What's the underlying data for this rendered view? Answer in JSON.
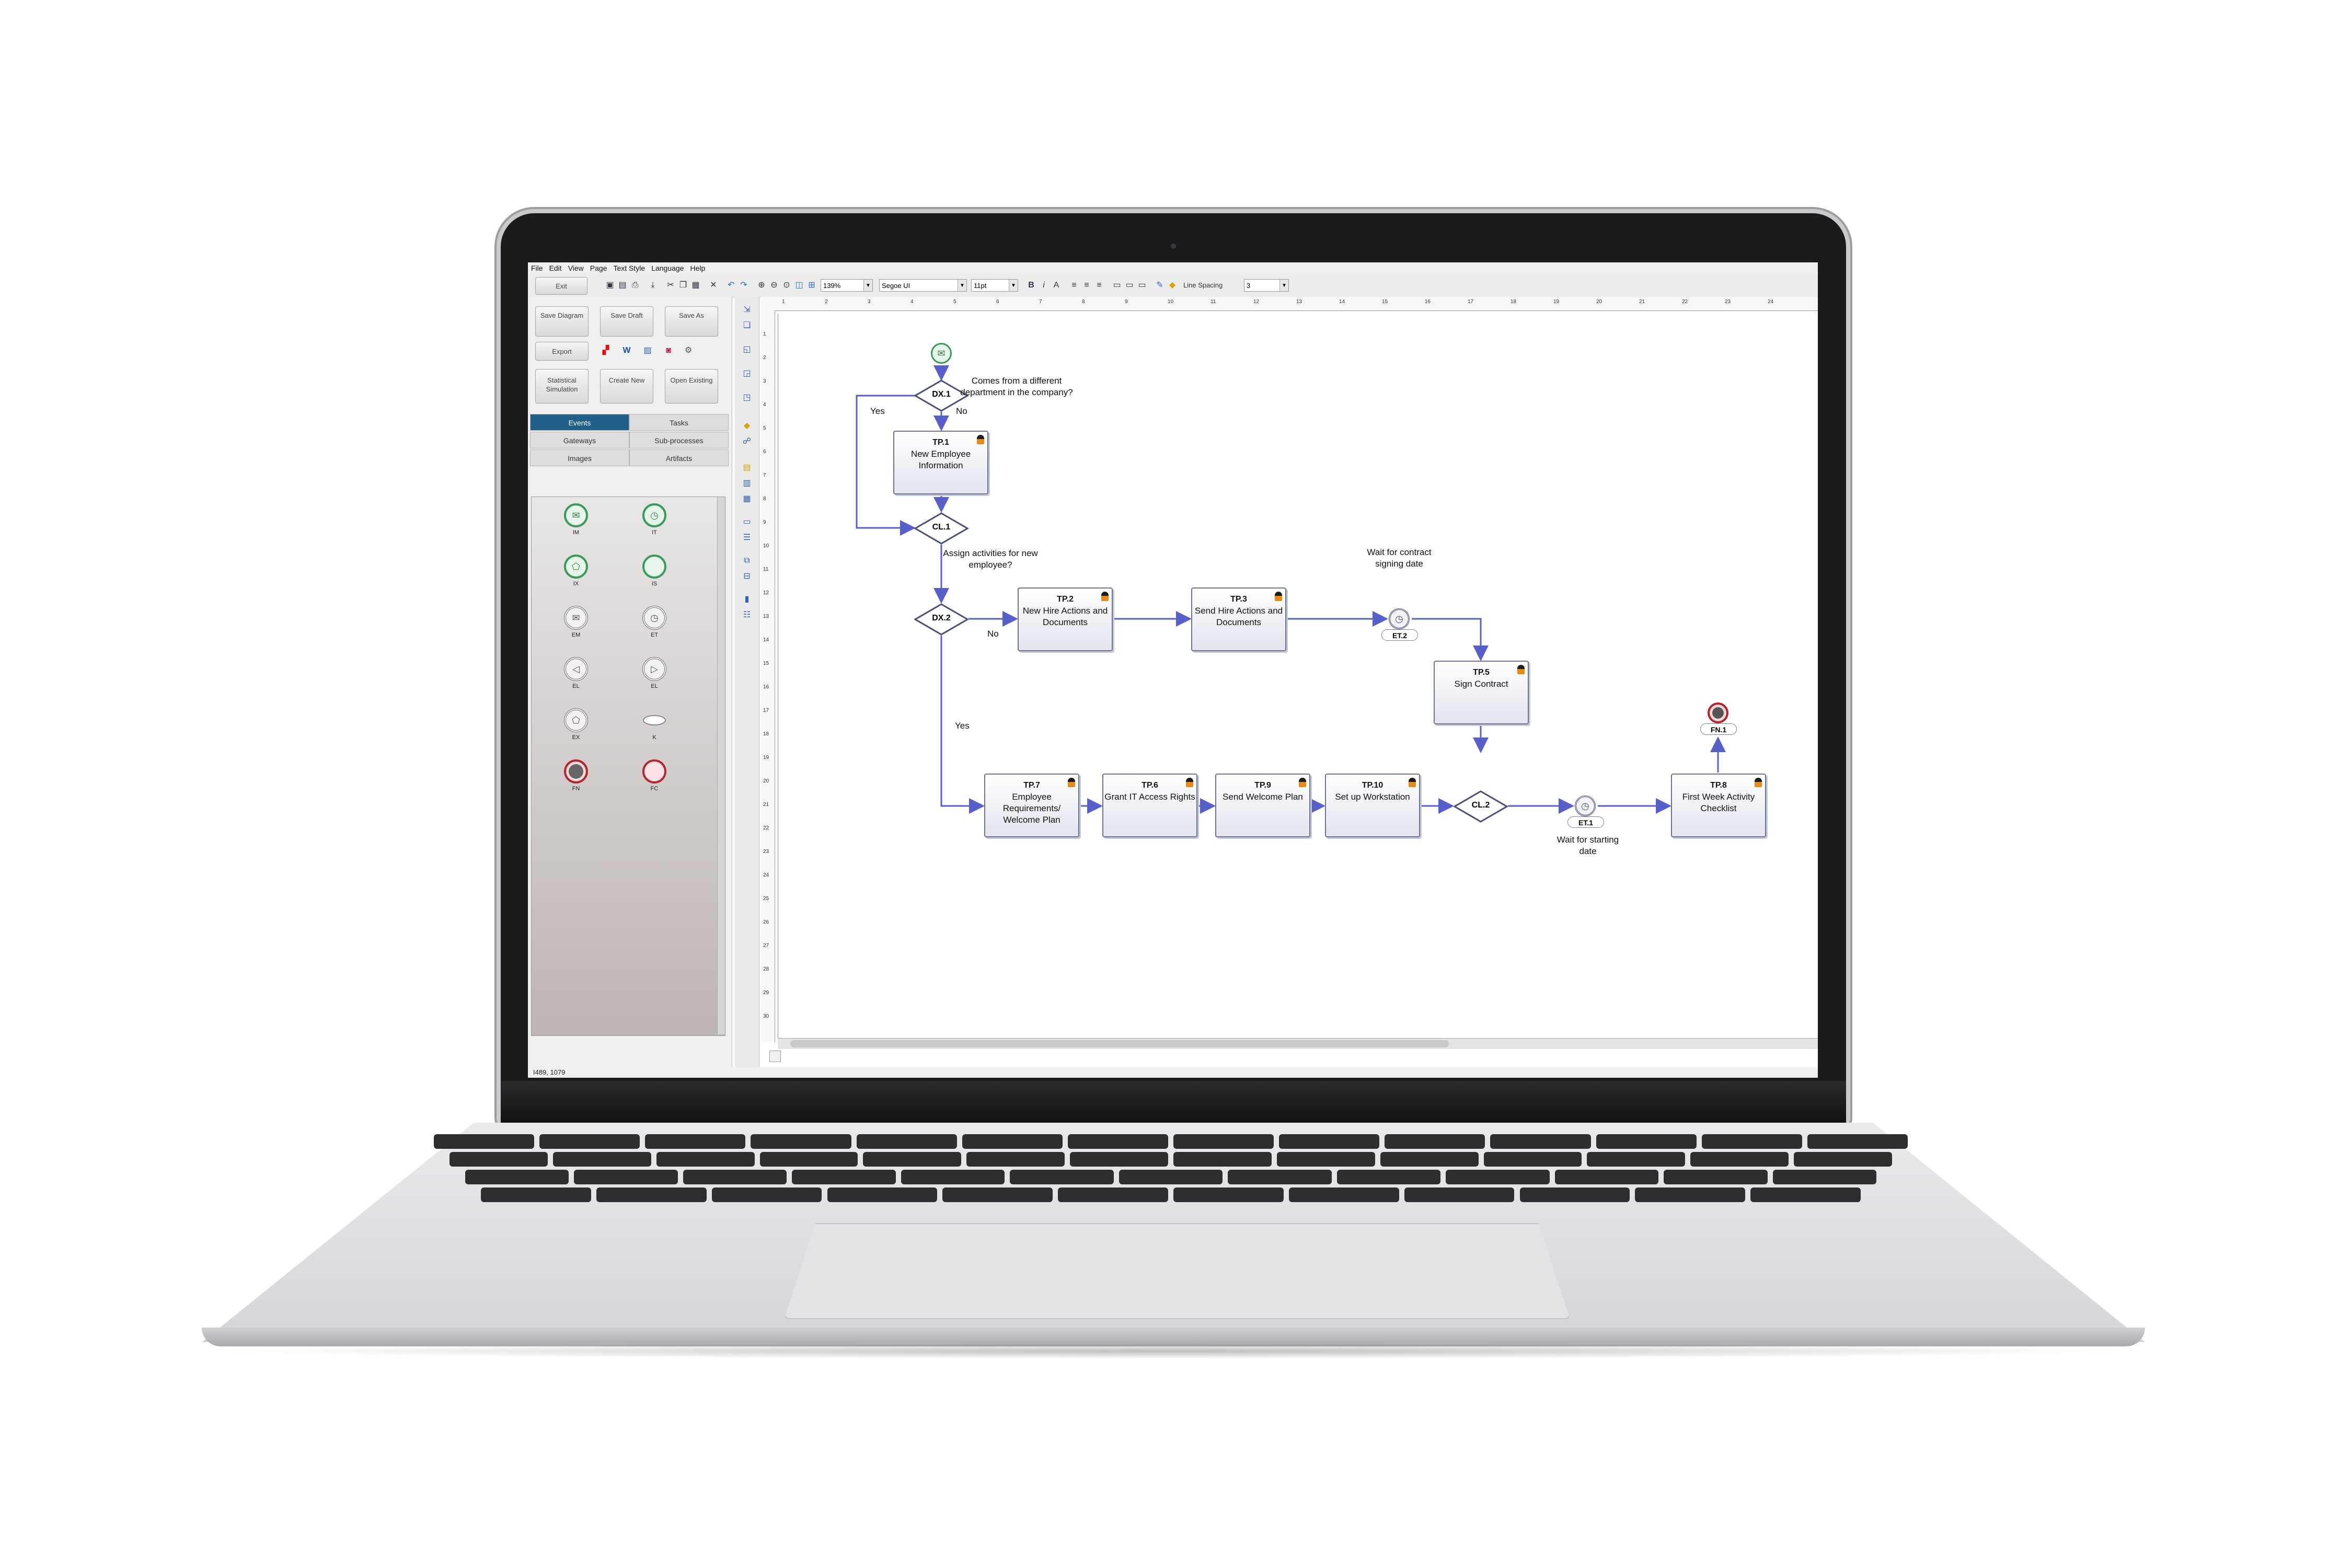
{
  "menu": [
    "File",
    "Edit",
    "View",
    "Page",
    "Text Style",
    "Language",
    "Help"
  ],
  "toolbar": {
    "exit_label": "Exit",
    "zoom": "139%",
    "font": "Segoe UI",
    "font_size": "11pt",
    "bold": "B",
    "italic": "i",
    "line_spacing_label": "Line Spacing",
    "line_spacing_value": "3"
  },
  "panel": {
    "save_diagram": "Save Diagram",
    "save_draft": "Save Draft",
    "save_as": "Save As",
    "export": "Export",
    "statistical_simulation": "Statistical Simulation",
    "create_new": "Create New",
    "open_existing": "Open Existing",
    "tabs": [
      "Events",
      "Tasks",
      "Gateways",
      "Sub-processes",
      "Images",
      "Artifacts"
    ],
    "palette": [
      "IM",
      "IT",
      "IX",
      "IS",
      "EM",
      "ET",
      "EL",
      "EL",
      "EX",
      "K",
      "FN",
      "FC"
    ]
  },
  "ruler": {
    "top": [
      "1",
      "2",
      "3",
      "4",
      "5",
      "6",
      "7",
      "8",
      "9",
      "10",
      "11",
      "12",
      "13",
      "14",
      "15",
      "16",
      "17",
      "18",
      "19",
      "20",
      "21",
      "22",
      "23",
      "24"
    ],
    "left": [
      "1",
      "2",
      "3",
      "4",
      "5",
      "6",
      "7",
      "8",
      "9",
      "10",
      "11",
      "12",
      "13",
      "14",
      "15",
      "16",
      "17",
      "18",
      "19",
      "20",
      "21",
      "22",
      "23",
      "24",
      "25",
      "26",
      "27",
      "28",
      "29",
      "30"
    ]
  },
  "diagram": {
    "gateways": {
      "dx1": "DX.1",
      "cl1": "CL.1",
      "dx2": "DX.2",
      "cl2": "CL.2"
    },
    "events": {
      "et2": "ET.2",
      "et1": "ET.1",
      "fn1": "FN.1"
    },
    "tasks": {
      "tp1": {
        "id": "TP.1",
        "text": "New Employee Information"
      },
      "tp2": {
        "id": "TP.2",
        "text": "New Hire Actions and Documents"
      },
      "tp3": {
        "id": "TP.3",
        "text": "Send Hire Actions and Documents"
      },
      "tp5": {
        "id": "TP.5",
        "text": "Sign Contract"
      },
      "tp7": {
        "id": "TP.7",
        "text": "Employee Requirements/ Welcome Plan"
      },
      "tp6": {
        "id": "TP.6",
        "text": "Grant IT Access Rights"
      },
      "tp9": {
        "id": "TP.9",
        "text": "Send Welcome Plan"
      },
      "tp10": {
        "id": "TP.10",
        "text": "Set up Workstation"
      },
      "tp8": {
        "id": "TP.8",
        "text": "First Week Activity Checklist"
      }
    },
    "labels": {
      "question": "Comes from a different department in the company?",
      "yes1": "Yes",
      "no1": "No",
      "assign": "Assign activities for new employee?",
      "no2": "No",
      "yes2": "Yes",
      "wait_contract": "Wait for contract signing date",
      "wait_start": "Wait for starting date"
    }
  },
  "status_text": "I489, 1079"
}
